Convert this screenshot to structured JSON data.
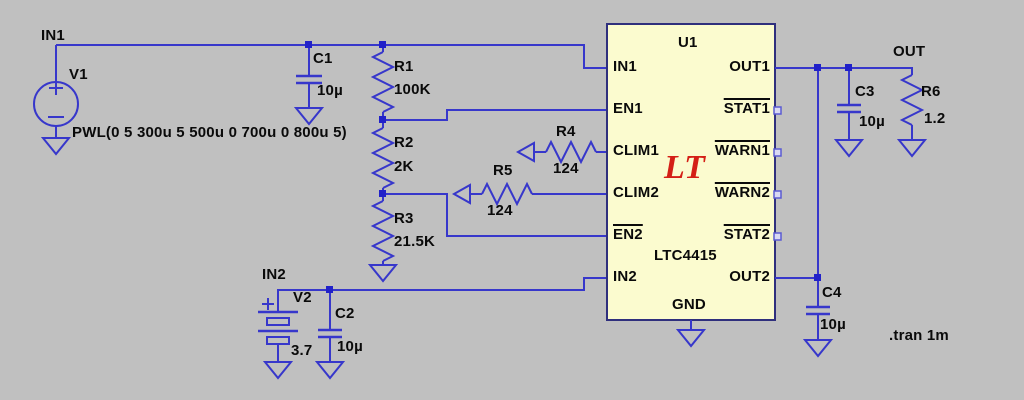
{
  "net_labels": {
    "in1": "IN1",
    "in2": "IN2",
    "out": "OUT"
  },
  "directive": ".tran 1m",
  "components": {
    "v1": {
      "ref": "V1",
      "value": "PWL(0 5 300u 5 500u 0 700u 0 800u 5)",
      "plus": "+",
      "minus": "−"
    },
    "v2": {
      "ref": "V2",
      "value": "3.7",
      "plus": "+"
    },
    "c1": {
      "ref": "C1",
      "value": "10µ"
    },
    "c2": {
      "ref": "C2",
      "value": "10µ"
    },
    "c3": {
      "ref": "C3",
      "value": "10µ"
    },
    "c4": {
      "ref": "C4",
      "value": "10µ"
    },
    "r1": {
      "ref": "R1",
      "value": "100K"
    },
    "r2": {
      "ref": "R2",
      "value": "2K"
    },
    "r3": {
      "ref": "R3",
      "value": "21.5K"
    },
    "r4": {
      "ref": "R4",
      "value": "124"
    },
    "r5": {
      "ref": "R5",
      "value": "124"
    },
    "r6": {
      "ref": "R6",
      "value": "1.2"
    }
  },
  "chip": {
    "ref": "U1",
    "part": "LTC4415",
    "logo": "LT",
    "pins_left": [
      {
        "label": "IN1"
      },
      {
        "label": "EN1"
      },
      {
        "label": "CLIM1"
      },
      {
        "label": "CLIM2"
      },
      {
        "label": "EN2"
      },
      {
        "label": "IN2"
      }
    ],
    "pins_right": [
      {
        "label": "OUT1"
      },
      {
        "label": "STAT1"
      },
      {
        "label": "WARN1"
      },
      {
        "label": "WARN2"
      },
      {
        "label": "STAT2"
      },
      {
        "label": "OUT2"
      }
    ],
    "pin_bottom": "GND"
  },
  "colors": {
    "background": "#c0c0c0",
    "wire": "#3737cb",
    "junction": "#2121c9",
    "chip_fill": "#fbfbcf",
    "chip_border": "#2f2f7d",
    "logo_red": "#d41f16",
    "text": "#0a0a0a"
  }
}
